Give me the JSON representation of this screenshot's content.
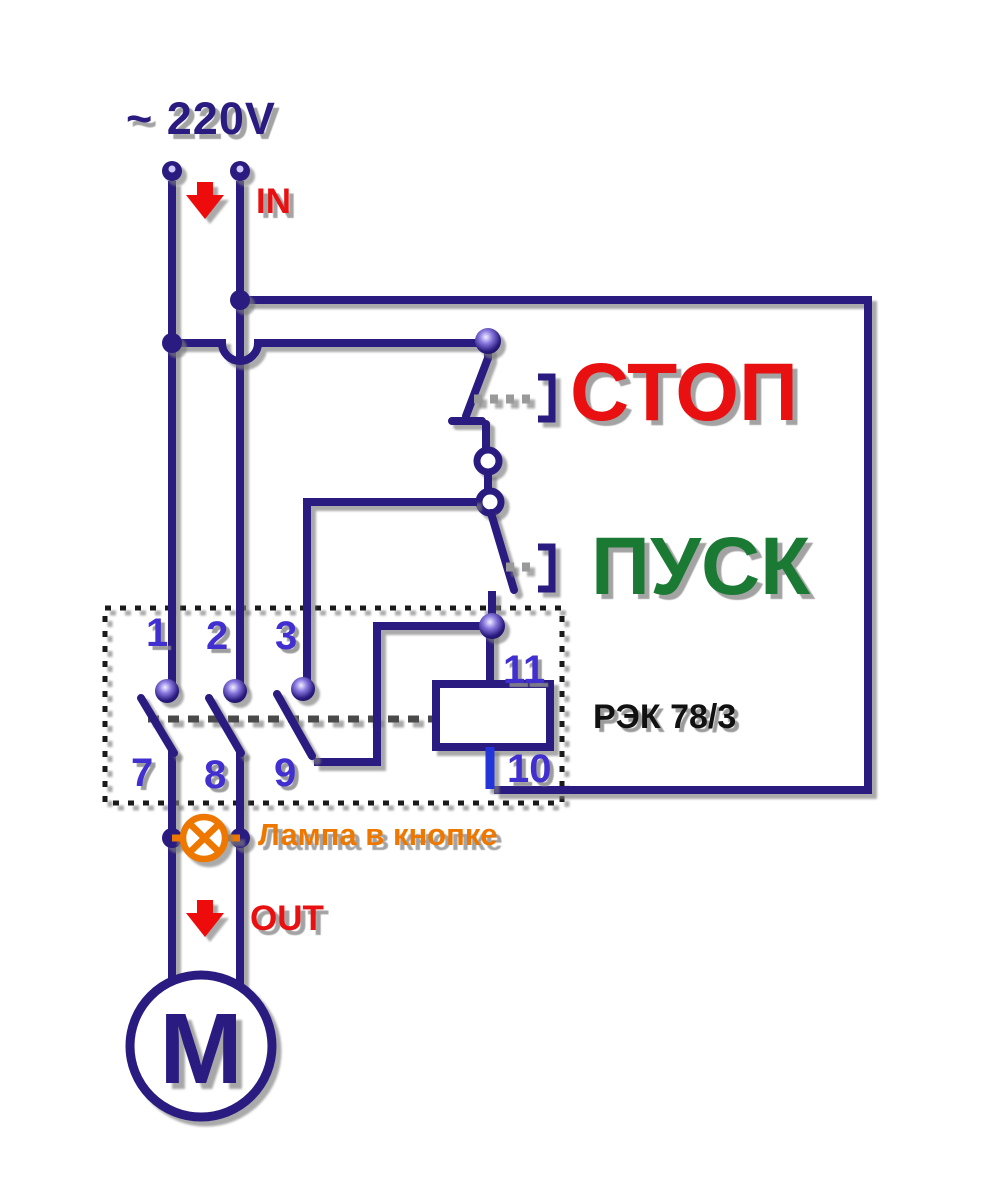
{
  "diagram": {
    "voltage_label": "~ 220V",
    "in_label": "IN",
    "out_label": "OUT",
    "stop_button_label": "СТОП",
    "start_button_label": "ПУСК",
    "relay_model_label": "РЭК 78/3",
    "lamp_label": "Лампа в кнопке",
    "motor_letter": "M",
    "contactor_terminals": {
      "t1": "1",
      "t2": "2",
      "t3": "3",
      "t7": "7",
      "t8": "8",
      "t9": "9"
    },
    "coil_terminals": {
      "t11": "11",
      "t10": "10"
    },
    "colors": {
      "wire_navy": "#2a1b80",
      "coil_return_blue": "#2335d8",
      "stop_red": "#e81010",
      "start_green": "#1a7a34",
      "terminal_number_blue": "#4130cf",
      "lamp_orange": "#ee7700",
      "relay_text_black": "#111111",
      "contactor_box_dash": "#1a1a1a"
    }
  }
}
